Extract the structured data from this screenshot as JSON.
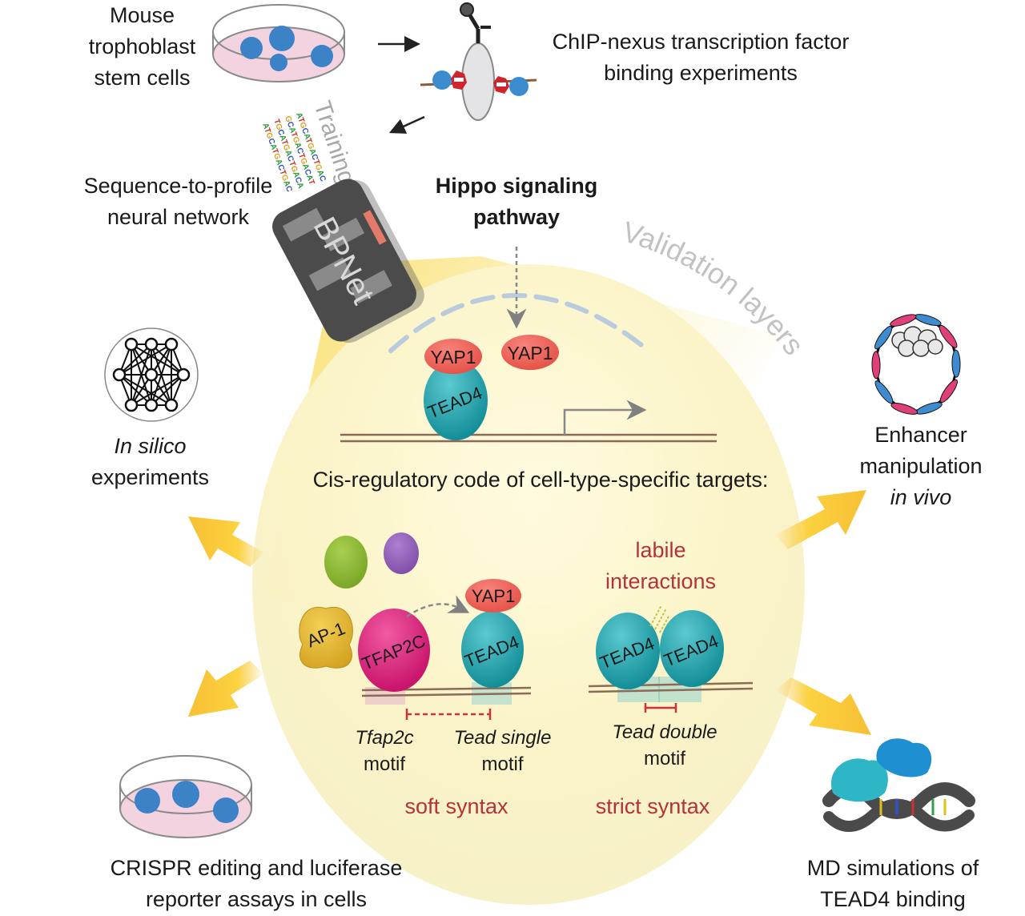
{
  "figure": {
    "top": {
      "cells_label": [
        "Mouse",
        "trophoblast",
        "stem cells"
      ],
      "chip_label": [
        "ChIP-nexus transcription factor",
        "binding experiments"
      ],
      "network_label": [
        "Sequence-to-profile",
        "neural network"
      ],
      "training_label": "Training",
      "bpnet_label": "BPNet",
      "hippo_label": [
        "Hippo signaling",
        "pathway"
      ],
      "validation_label": "Validation layers",
      "dna_sequence": "ATGCATGACTGAC"
    },
    "center": {
      "yap1_bound": "YAP1",
      "yap1_free": "YAP1",
      "tead4_main": "TEAD4",
      "title": "Cis-regulatory code of cell-type-specific targets:",
      "ap1": "AP-1",
      "tfap2c": "TFAP2C",
      "yap1_soft": "YAP1",
      "tead4_soft": "TEAD4",
      "tead4_strict_a": "TEAD4",
      "tead4_strict_b": "TEAD4",
      "labile": [
        "labile",
        "interactions"
      ],
      "tfap2c_motif": [
        "Tfap2c",
        "motif"
      ],
      "tead_single_motif": [
        "Tead single",
        "motif"
      ],
      "tead_double_motif": [
        "Tead double",
        "motif"
      ],
      "soft_syntax": "soft syntax",
      "strict_syntax": "strict syntax"
    },
    "layers": {
      "in_silico": [
        "In silico",
        "experiments"
      ],
      "enhancer": [
        "Enhancer",
        "manipulation",
        "in vivo"
      ],
      "crispr": [
        "CRISPR editing and luciferase",
        "reporter assays in cells"
      ],
      "md": [
        "MD simulations of",
        "TEAD4 binding"
      ]
    },
    "colors": {
      "tead4": "#1aa3ad",
      "yap1": "#ee5a50",
      "tfap2c": "#e0207e",
      "ap1": "#e0b42a",
      "green_tf": "#8dbb2e",
      "purple_tf": "#8e5db4",
      "arrow": "#f8c43a",
      "syntax_red": "#b5323a",
      "dish_fill": "#f2d3df",
      "cells": "#3b82c6"
    }
  }
}
